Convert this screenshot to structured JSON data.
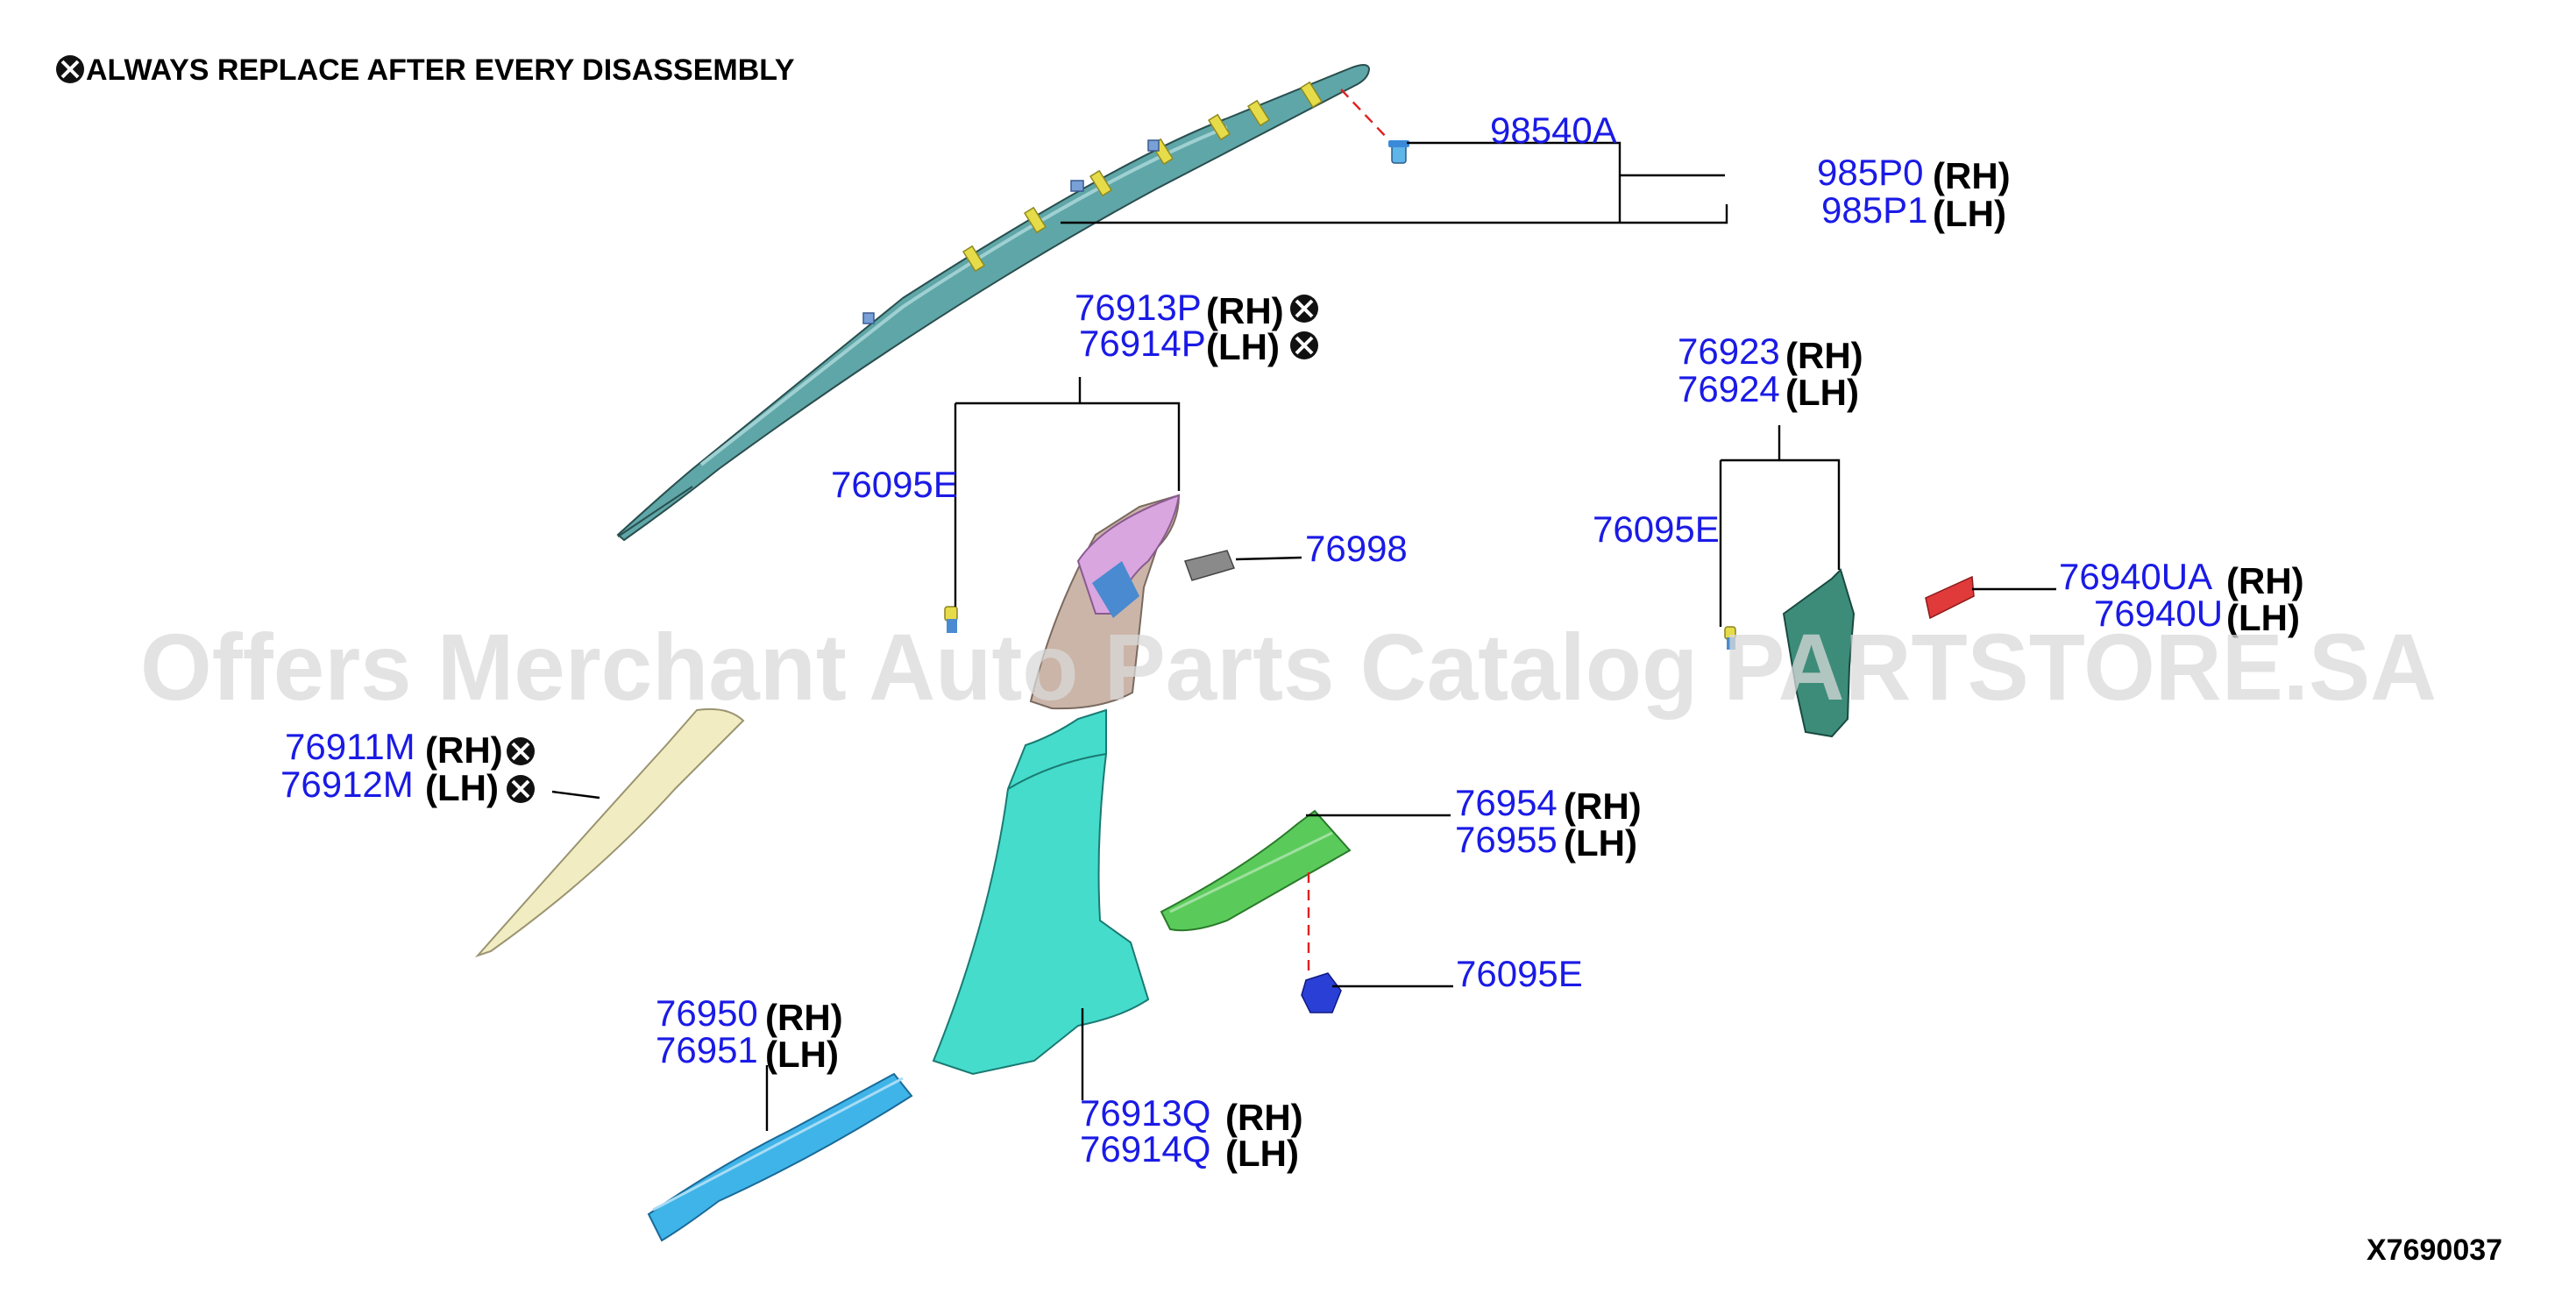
{
  "header_note": "ALWAYS REPLACE AFTER EVERY DISASSEMBLY",
  "diagram_code": "X7690037",
  "watermark": "Offers Merchant Auto Parts Catalog PARTSTORE.SA",
  "callouts": {
    "p98540A": "98540A",
    "p985P0": "985P0",
    "p985P0_side": "(RH)",
    "p985P1": "985P1",
    "p985P1_side": "(LH)",
    "p76913P": "76913P",
    "p76913P_side": "(RH)",
    "p76914P": "76914P",
    "p76914P_side": "(LH)",
    "p76095E_a": "76095E",
    "p76998": "76998",
    "p76923": "76923",
    "p76923_side": "(RH)",
    "p76924": "76924",
    "p76924_side": "(LH)",
    "p76095E_b": "76095E",
    "p76940UA": "76940UA",
    "p76940UA_side": "(RH)",
    "p76940U": "76940U",
    "p76940U_side": "(LH)",
    "p76911M": "76911M",
    "p76911M_side": "(RH)",
    "p76912M": "76912M",
    "p76912M_side": "(LH)",
    "p76954": "76954",
    "p76954_side": "(RH)",
    "p76955": "76955",
    "p76955_side": "(LH)",
    "p76095E_c": "76095E",
    "p76950": "76950",
    "p76950_side": "(RH)",
    "p76951": "76951",
    "p76951_side": "(LH)",
    "p76913Q": "76913Q",
    "p76913Q_side": "(RH)",
    "p76914Q": "76914Q",
    "p76914Q_side": "(LH)"
  },
  "colors": {
    "part_number": "#1a1ae6",
    "curtain_airbag": "#5fa6a8",
    "pillar_upper": "#d9a6e0",
    "pillar_lower": "#45dccc",
    "a_pillar_trim": "#f2ecc2",
    "scuff_front": "#3fb4e8",
    "scuff_rear": "#5acb5a",
    "c_pillar_trim": "#3d8c7a",
    "reflector": "#e03a3a",
    "clip": "#2a3fd6"
  }
}
